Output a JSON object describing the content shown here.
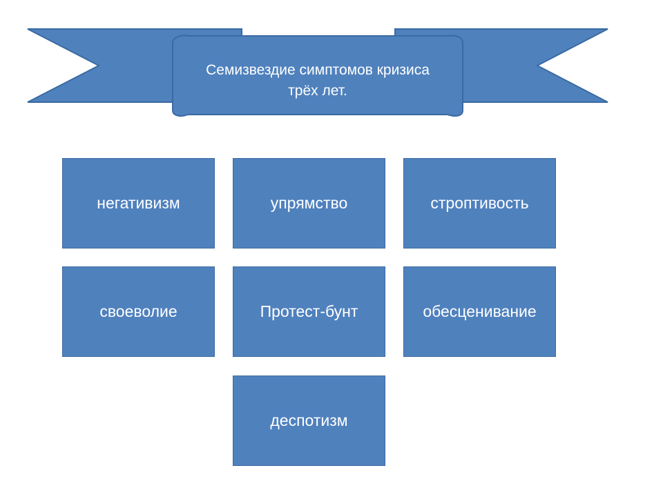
{
  "banner": {
    "line1": "Семизвездие симптомов кризиса",
    "line2": "трёх лет.",
    "fill": "#4f81bd",
    "stroke": "#3a6aa3"
  },
  "symptoms": [
    "негативизм",
    "упрямство",
    "строптивость",
    "своеволие",
    "Протест-бунт",
    "обесценивание",
    "деспотизм"
  ]
}
